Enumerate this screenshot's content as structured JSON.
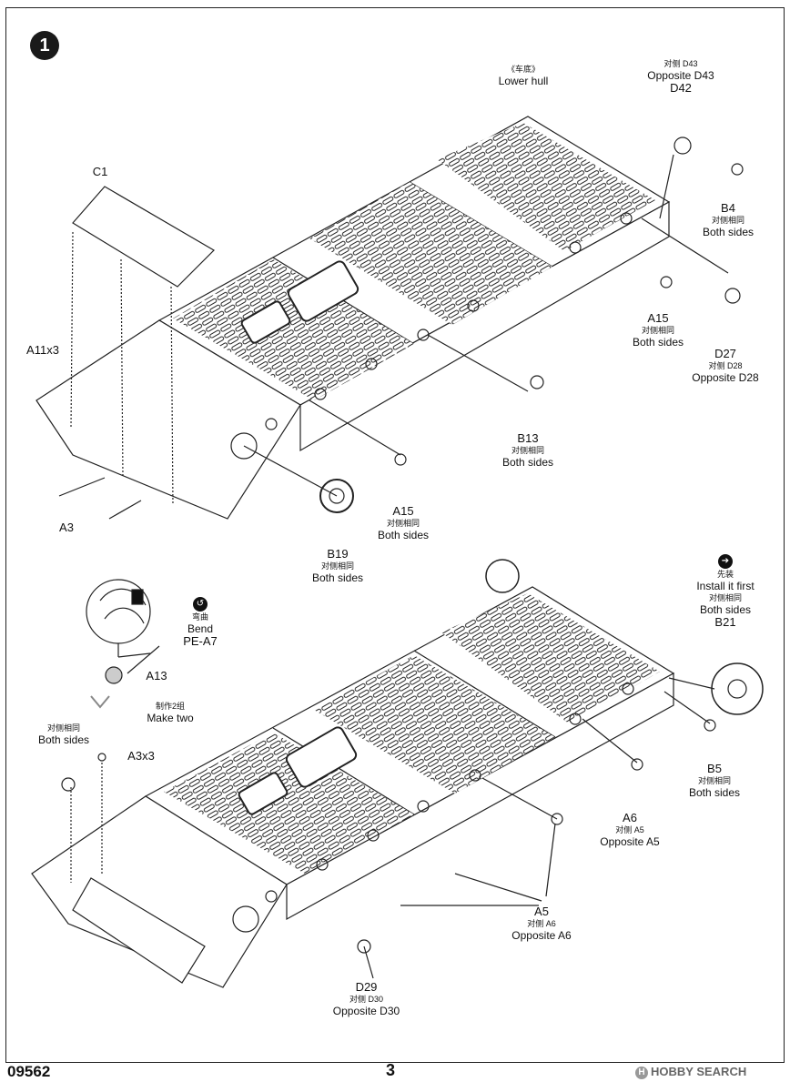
{
  "step": {
    "number": "1"
  },
  "footer": {
    "kit_number": "09562",
    "page": "3",
    "watermark": "HOBBY SEARCH"
  },
  "icons": {
    "bend": "bend-icon",
    "install_first": "install-first-icon"
  },
  "labels": {
    "lower_hull": {
      "cn": "《车底》",
      "en": "Lower hull"
    },
    "d43": {
      "cn": "对侧 D43",
      "en": "Opposite D43"
    },
    "d42": {
      "code": "D42"
    },
    "b4": {
      "code": "B4",
      "cn": "对侧相同",
      "en": "Both sides"
    },
    "c1": {
      "code": "C1"
    },
    "a11": {
      "code": "A11x3"
    },
    "a15_top": {
      "code": "A15",
      "cn": "对侧相同",
      "en": "Both sides"
    },
    "d27": {
      "code": "D27",
      "cn": "对侧 D28",
      "en": "Opposite D28"
    },
    "b13": {
      "code": "B13",
      "cn": "对侧相同",
      "en": "Both sides"
    },
    "a15_mid": {
      "code": "A15",
      "cn": "对侧相同",
      "en": "Both sides"
    },
    "a3_top": {
      "code": "A3"
    },
    "b19": {
      "code": "B19",
      "cn": "对侧相同",
      "en": "Both sides"
    },
    "install_first": {
      "cn": "先装",
      "en": "Install it first",
      "cn2": "对侧相同",
      "en2": "Both sides"
    },
    "b21": {
      "code": "B21"
    },
    "bend": {
      "cn": "弯曲",
      "en": "Bend"
    },
    "pe_a7": {
      "code": "PE-A7"
    },
    "a13": {
      "code": "A13"
    },
    "make_two": {
      "cn": "制作2组",
      "en": "Make two"
    },
    "both_sides_left": {
      "cn": "对侧相同",
      "en": "Both sides"
    },
    "a3x3": {
      "code": "A3x3"
    },
    "b5": {
      "code": "B5",
      "cn": "对侧相同",
      "en": "Both sides"
    },
    "a6": {
      "code": "A6",
      "cn": "对侧 A5",
      "en": "Opposite A5"
    },
    "a5": {
      "code": "A5",
      "cn": "对侧 A6",
      "en": "Opposite A6"
    },
    "d29": {
      "code": "D29",
      "cn": "对侧 D30",
      "en": "Opposite D30"
    }
  }
}
